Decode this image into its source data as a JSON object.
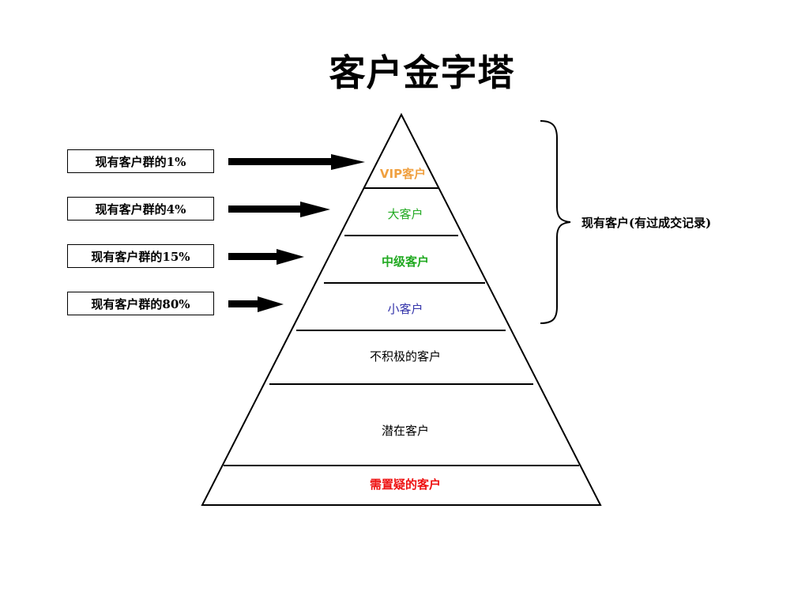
{
  "title": "客户金字塔",
  "tiers": [
    {
      "label": "VIP客户",
      "color": "#f0a040",
      "bold": true
    },
    {
      "label": "大客户",
      "color": "#22aa22",
      "bold": false
    },
    {
      "label": "中级客户",
      "color": "#22aa22",
      "bold": true
    },
    {
      "label": "小客户",
      "color": "#3333aa",
      "bold": false
    },
    {
      "label": "不积极的客户",
      "color": "#000000",
      "bold": false
    },
    {
      "label": "潜在客户",
      "color": "#000000",
      "bold": false
    },
    {
      "label": "需置疑的客户",
      "color": "#ee1111",
      "bold": true
    }
  ],
  "percent_boxes": [
    {
      "label": "现有客户群的1%"
    },
    {
      "label": "现有客户群的4%"
    },
    {
      "label": "现有客户群的15%"
    },
    {
      "label": "现有客户群的80%"
    }
  ],
  "bracket": {
    "label": "现有客户(有过成交记录)"
  }
}
